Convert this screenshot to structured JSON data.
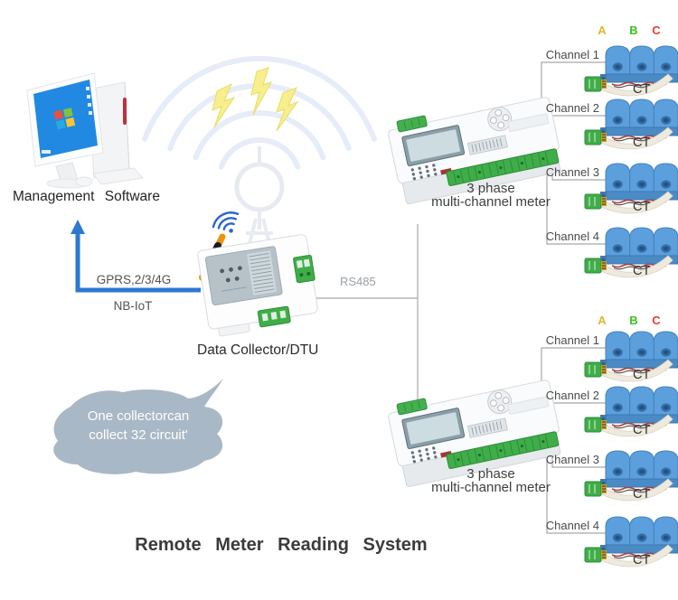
{
  "title": "Remote Meter Reading System",
  "management_software": {
    "label": "Management Software"
  },
  "collector": {
    "label": "Data Collector/DTU",
    "uplink_top_label": "GPRS,2/3/4G",
    "uplink_bottom_label": "NB-IoT",
    "note": {
      "line1": "One collectorcan",
      "line2": "collect 32 circuit'"
    }
  },
  "bus": {
    "label": "RS485"
  },
  "meter_groups": [
    {
      "meter_label_line1": "3 phase",
      "meter_label_line2": "multi-channel meter",
      "phases": [
        {
          "label": "A",
          "color": "#d9b92f"
        },
        {
          "label": "B",
          "color": "#3cc41e"
        },
        {
          "label": "C",
          "color": "#e23c34"
        }
      ],
      "channels": [
        {
          "label": "Channel 1",
          "ct_label": "CT"
        },
        {
          "label": "Channel 2",
          "ct_label": "CT"
        },
        {
          "label": "Channel 3",
          "ct_label": "CT"
        },
        {
          "label": "Channel 4",
          "ct_label": "CT"
        }
      ]
    },
    {
      "meter_label_line1": "3 phase",
      "meter_label_line2": "multi-channel meter",
      "phases": [
        {
          "label": "A",
          "color": "#d9b92f"
        },
        {
          "label": "B",
          "color": "#3cc41e"
        },
        {
          "label": "C",
          "color": "#e23c34"
        }
      ],
      "channels": [
        {
          "label": "Channel 1",
          "ct_label": "CT"
        },
        {
          "label": "Channel 2",
          "ct_label": "CT"
        },
        {
          "label": "Channel 3",
          "ct_label": "CT"
        },
        {
          "label": "Channel 4",
          "ct_label": "CT"
        }
      ]
    }
  ],
  "colors": {
    "link_blue": "#2e78d2",
    "bubble_gray": "#a9b8c6",
    "ct_blue": "#5b9fdd",
    "connector_green": "#3fae49",
    "line_gray": "#a8a8a8",
    "wave_blue": "#e0e8f7",
    "lightning_yellow": "#f7ee8e"
  }
}
